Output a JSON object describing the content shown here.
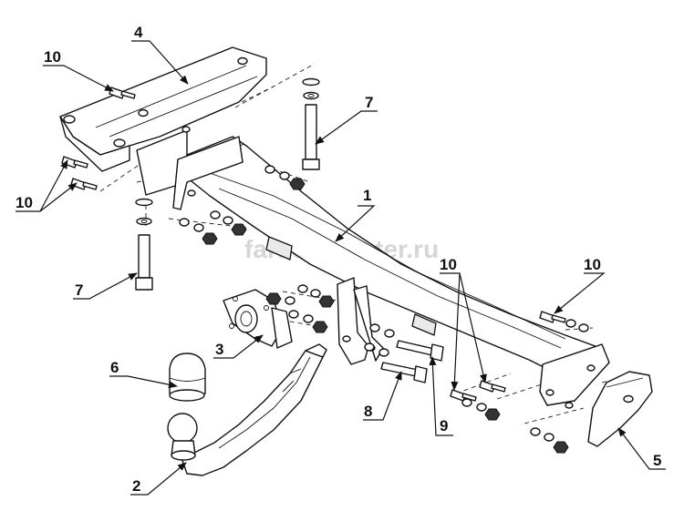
{
  "watermark": "farkop-center.ru",
  "callouts": [
    {
      "id": "c1",
      "label": "1"
    },
    {
      "id": "c2",
      "label": "2"
    },
    {
      "id": "c3",
      "label": "3"
    },
    {
      "id": "c4",
      "label": "4"
    },
    {
      "id": "c5",
      "label": "5"
    },
    {
      "id": "c6",
      "label": "6"
    },
    {
      "id": "c7a",
      "label": "7"
    },
    {
      "id": "c7b",
      "label": "7"
    },
    {
      "id": "c8",
      "label": "8"
    },
    {
      "id": "c9",
      "label": "9"
    },
    {
      "id": "c10a",
      "label": "10"
    },
    {
      "id": "c10b",
      "label": "10"
    },
    {
      "id": "c10c",
      "label": "10"
    },
    {
      "id": "c10d",
      "label": "10"
    }
  ]
}
